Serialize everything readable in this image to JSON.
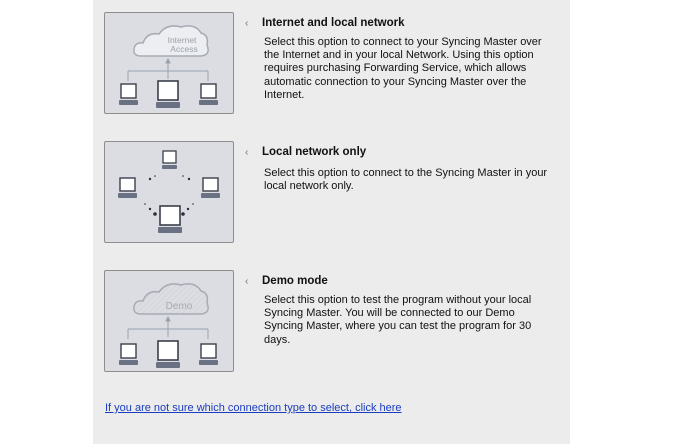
{
  "options": [
    {
      "title": "Internet and local network",
      "description": "Select this option to connect to your Syncing Master over the Internet and in your local Network. Using this option requires purchasing Forwarding Service, which allows automatic connection to your Syncing Master over the Internet.",
      "cloud_label_line1": "Internet",
      "cloud_label_line2": "Access"
    },
    {
      "title": "Local network only",
      "description": "Select this option to connect to the Syncing Master in your local network only."
    },
    {
      "title": "Demo mode",
      "description": "Select this option to test the program without your local Syncing Master. You will be connected to our Demo Syncing Master, where you can test the program for 30 days.",
      "cloud_label": "Demo"
    }
  ],
  "help_link": "If you are not sure which connection type to select, click here",
  "bullet_glyph": "‹",
  "colors": {
    "panel_bg": "#ececec",
    "image_bg": "#dcdde2",
    "image_border": "#8e8e8e",
    "link": "#1a3dbf"
  }
}
